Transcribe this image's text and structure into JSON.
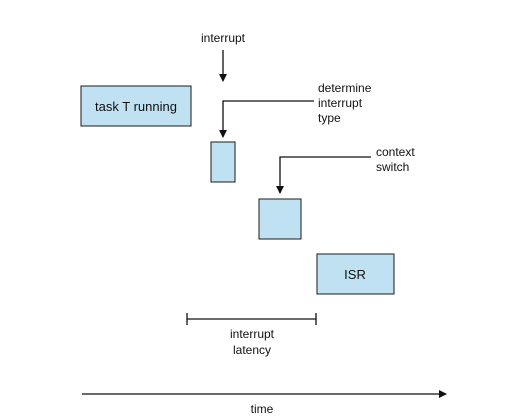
{
  "diagram": {
    "interrupt_label": "interrupt",
    "task_label": "task T running",
    "determine_label": [
      "determine",
      "interrupt",
      "type"
    ],
    "context_label": [
      "context",
      "switch"
    ],
    "isr_label": "ISR",
    "latency_label": [
      "interrupt",
      "latency"
    ],
    "time_label": "time"
  }
}
